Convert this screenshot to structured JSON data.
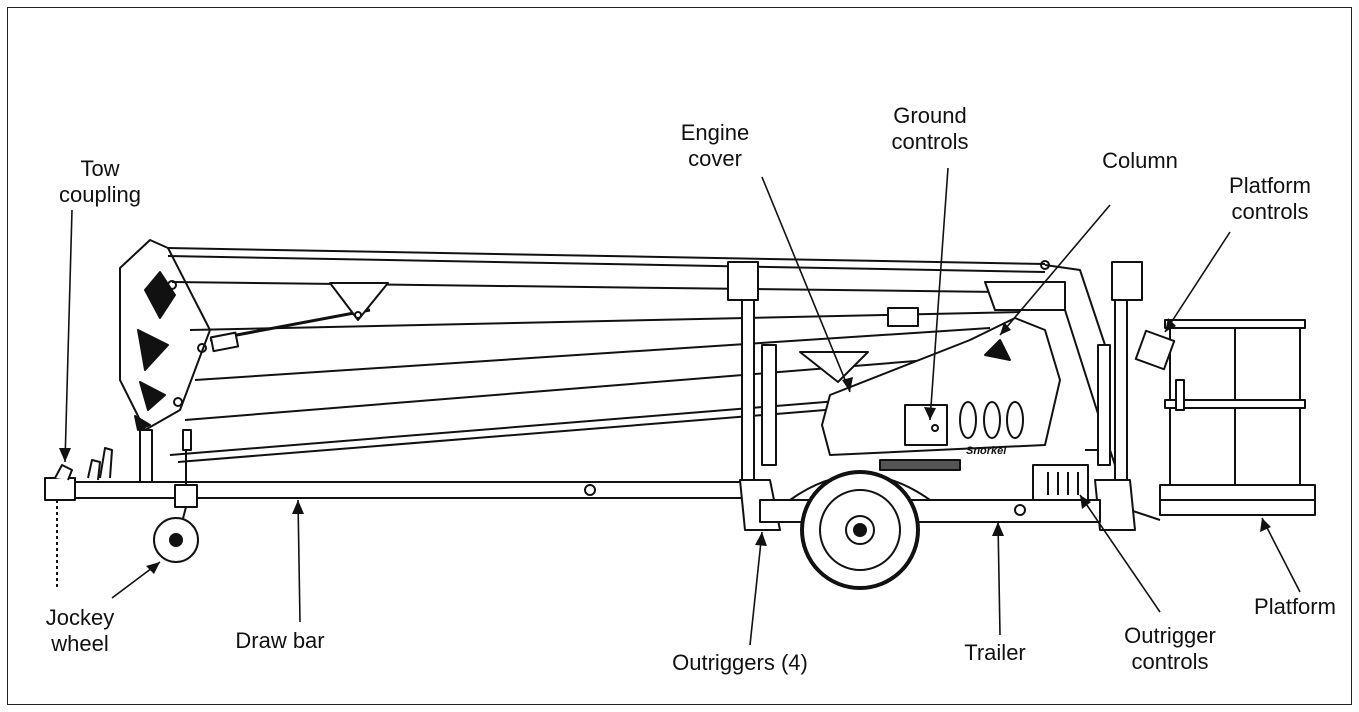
{
  "labels": {
    "tow_coupling": "Tow\ncoupling",
    "jockey_wheel": "Jockey\nwheel",
    "draw_bar": "Draw bar",
    "engine_cover": "Engine\ncover",
    "ground_controls": "Ground\ncontrols",
    "column": "Column",
    "platform_controls": "Platform\ncontrols",
    "outriggers": "Outriggers (4)",
    "trailer": "Trailer",
    "outrigger_controls": "Outrigger\ncontrols",
    "platform": "Platform"
  },
  "brand_text": "Snorkel",
  "colors": {
    "ink": "#111111",
    "fill_gray": "#d9d9d9",
    "fill_dark": "#555555"
  }
}
